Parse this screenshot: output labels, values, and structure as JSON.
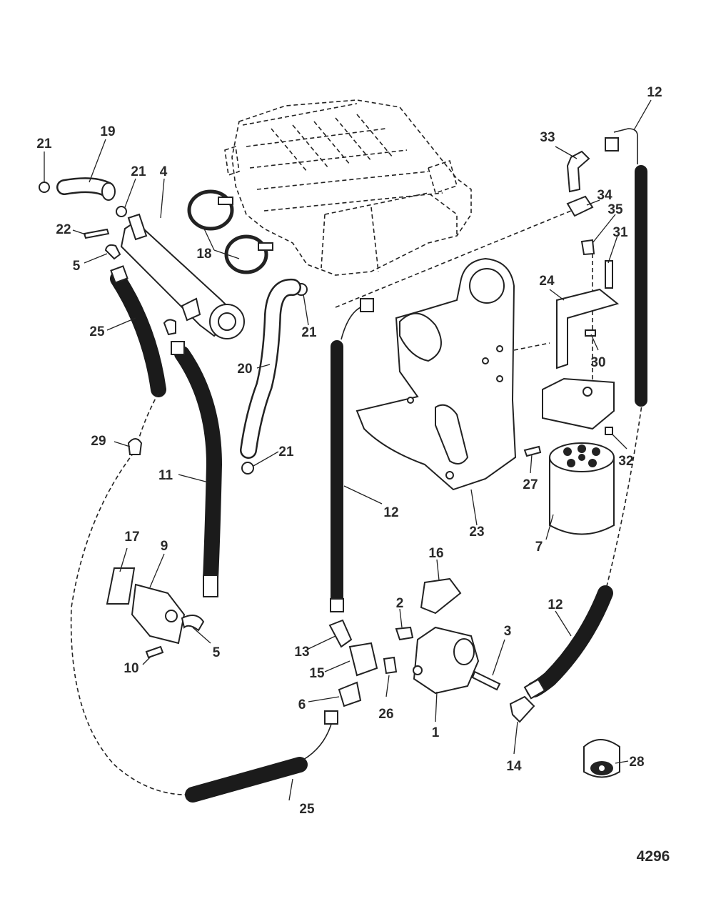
{
  "figure_number": "4296",
  "callouts": [
    {
      "id": "c1",
      "text": "1"
    },
    {
      "id": "c2",
      "text": "2"
    },
    {
      "id": "c3",
      "text": "3"
    },
    {
      "id": "c4",
      "text": "4"
    },
    {
      "id": "c5a",
      "text": "5"
    },
    {
      "id": "c5b",
      "text": "5"
    },
    {
      "id": "c6",
      "text": "6"
    },
    {
      "id": "c7",
      "text": "7"
    },
    {
      "id": "c9",
      "text": "9"
    },
    {
      "id": "c10",
      "text": "10"
    },
    {
      "id": "c11",
      "text": "11"
    },
    {
      "id": "c12a",
      "text": "12"
    },
    {
      "id": "c12b",
      "text": "12"
    },
    {
      "id": "c12c",
      "text": "12"
    },
    {
      "id": "c13",
      "text": "13"
    },
    {
      "id": "c14",
      "text": "14"
    },
    {
      "id": "c15",
      "text": "15"
    },
    {
      "id": "c16",
      "text": "16"
    },
    {
      "id": "c17",
      "text": "17"
    },
    {
      "id": "c18",
      "text": "18"
    },
    {
      "id": "c19",
      "text": "19"
    },
    {
      "id": "c20",
      "text": "20"
    },
    {
      "id": "c21a",
      "text": "21"
    },
    {
      "id": "c21b",
      "text": "21"
    },
    {
      "id": "c21c",
      "text": "21"
    },
    {
      "id": "c21d",
      "text": "21"
    },
    {
      "id": "c22",
      "text": "22"
    },
    {
      "id": "c23",
      "text": "23"
    },
    {
      "id": "c24",
      "text": "24"
    },
    {
      "id": "c25a",
      "text": "25"
    },
    {
      "id": "c25b",
      "text": "25"
    },
    {
      "id": "c26",
      "text": "26"
    },
    {
      "id": "c27",
      "text": "27"
    },
    {
      "id": "c28",
      "text": "28"
    },
    {
      "id": "c29",
      "text": "29"
    },
    {
      "id": "c30",
      "text": "30"
    },
    {
      "id": "c31",
      "text": "31"
    },
    {
      "id": "c32",
      "text": "32"
    },
    {
      "id": "c33",
      "text": "33"
    },
    {
      "id": "c34",
      "text": "34"
    },
    {
      "id": "c35",
      "text": "35"
    }
  ]
}
